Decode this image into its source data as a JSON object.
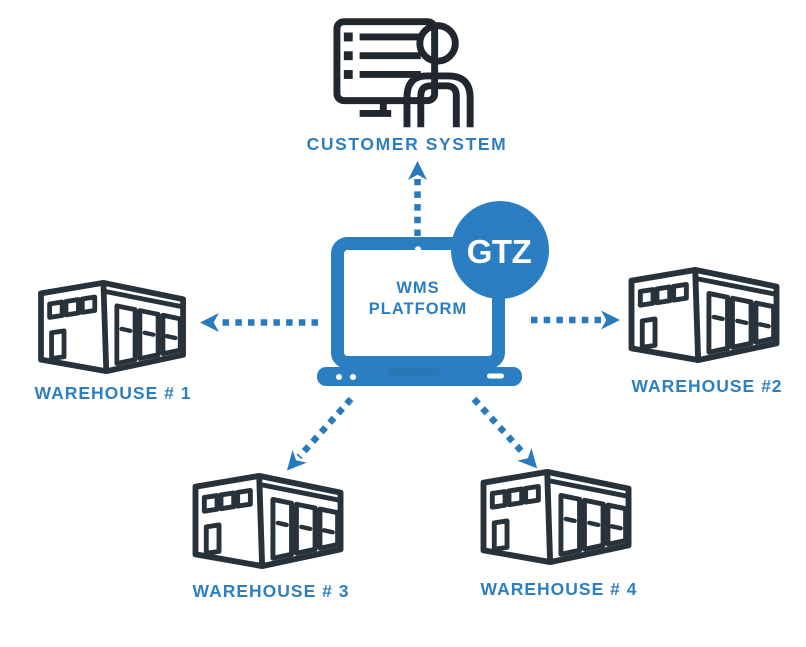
{
  "colors": {
    "brand_blue": "#2b7ec1",
    "arrow_blue": "#2979bd",
    "label_blue": "#2e7fc0",
    "warehouse_outline": "#28323b",
    "customer_icon_dark": "#21272e",
    "badge_text_color": "#ffffff",
    "background": "#ffffff"
  },
  "nodes": {
    "customer_system": {
      "label": "CUSTOMER SYSTEM"
    },
    "wms_platform": {
      "line1": "WMS",
      "line2": "PLATFORM",
      "badge": "GTZ"
    },
    "warehouses": [
      {
        "label": "WAREHOUSE # 1"
      },
      {
        "label": "WAREHOUSE #2"
      },
      {
        "label": "WAREHOUSE # 3"
      },
      {
        "label": "WAREHOUSE # 4"
      }
    ]
  },
  "connections": [
    {
      "from": "WMS PLATFORM",
      "to": "CUSTOMER SYSTEM",
      "style": "dotted-arrow",
      "direction": "up"
    },
    {
      "from": "WMS PLATFORM",
      "to": "WAREHOUSE # 1",
      "style": "dotted-arrow",
      "direction": "left"
    },
    {
      "from": "WMS PLATFORM",
      "to": "WAREHOUSE #2",
      "style": "dotted-arrow",
      "direction": "right"
    },
    {
      "from": "WMS PLATFORM",
      "to": "WAREHOUSE # 3",
      "style": "dotted-arrow",
      "direction": "down-left"
    },
    {
      "from": "WMS PLATFORM",
      "to": "WAREHOUSE # 4",
      "style": "dotted-arrow",
      "direction": "down-right"
    }
  ]
}
